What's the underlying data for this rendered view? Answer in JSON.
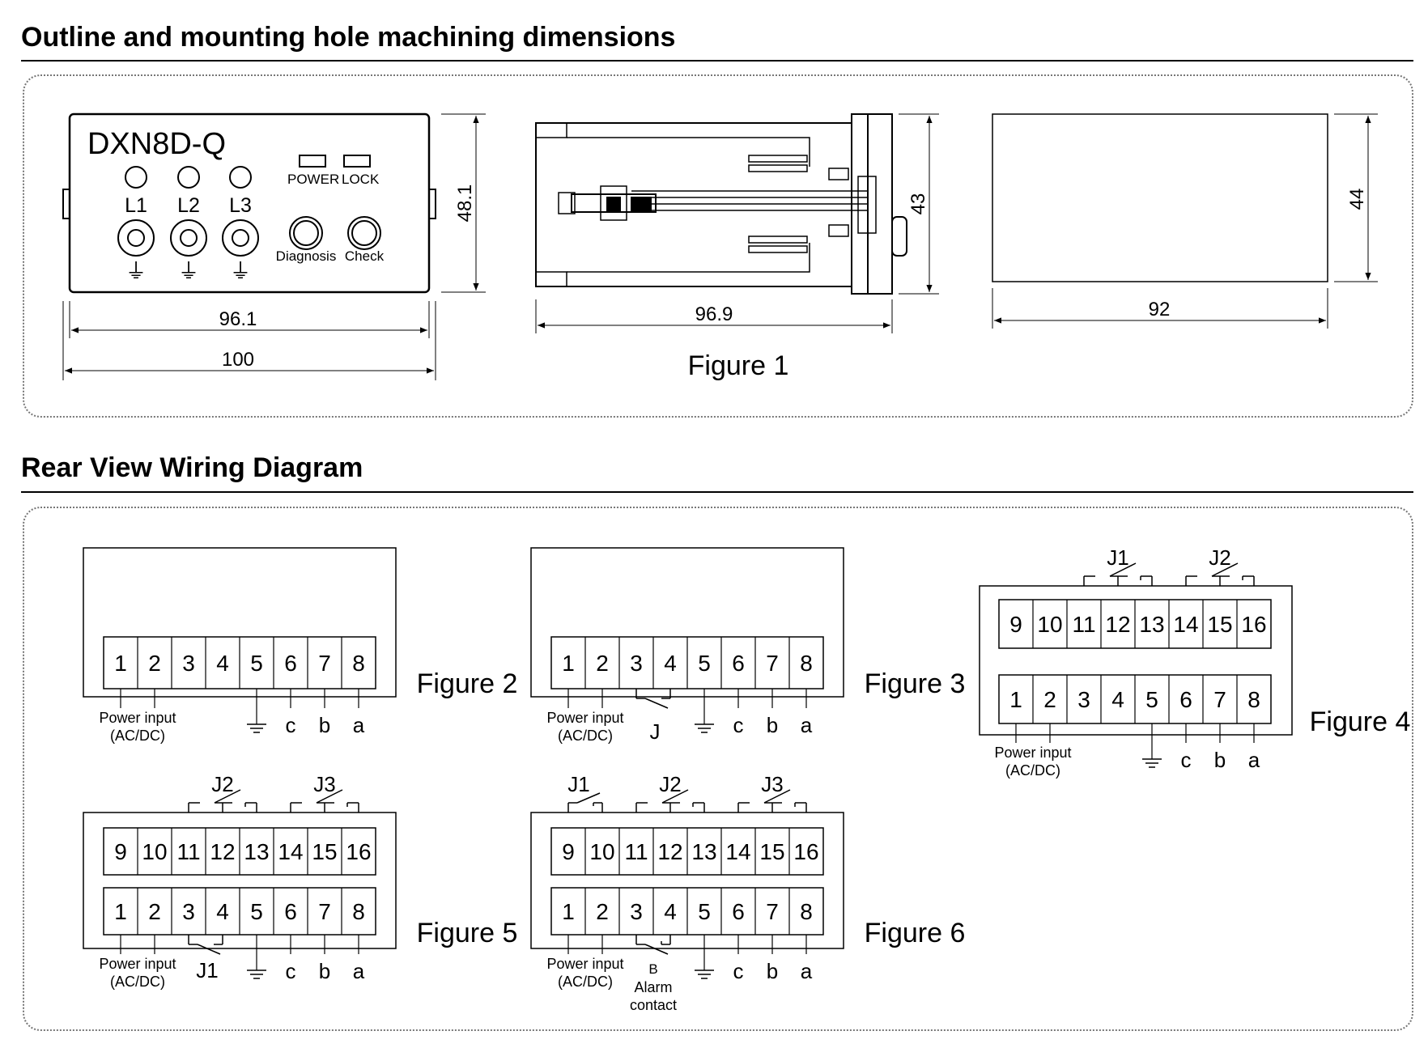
{
  "sections": {
    "outline": {
      "title": "Outline and mounting hole machining dimensions"
    },
    "wiring": {
      "title": "Rear View Wiring Diagram"
    }
  },
  "front": {
    "model": "DXN8D-Q",
    "indicators": [
      {
        "label": "POWER"
      },
      {
        "label": "LOCK"
      }
    ],
    "phases": [
      {
        "label": "L1"
      },
      {
        "label": "L2"
      },
      {
        "label": "L3"
      }
    ],
    "earth_symbol": "⏚",
    "buttons": [
      {
        "label": "Diagnosis"
      },
      {
        "label": "Check"
      }
    ],
    "dims": {
      "height": "48.1",
      "inner_width": "96.1",
      "outer_width": "100"
    }
  },
  "side": {
    "dims": {
      "height": "43",
      "depth": "96.9"
    }
  },
  "cutout": {
    "dims": {
      "height": "44",
      "width": "92"
    }
  },
  "figure1_caption": "Figure 1",
  "ground_symbol": "⏚",
  "wiring": {
    "fig2": {
      "caption": "Figure 2",
      "lower": [
        "1",
        "2",
        "3",
        "4",
        "5",
        "6",
        "7",
        "8"
      ],
      "power": [
        "Power input",
        "(AC/DC)"
      ],
      "letters": [
        "c",
        "b",
        "a"
      ]
    },
    "fig3": {
      "caption": "Figure 3",
      "lower": [
        "1",
        "2",
        "3",
        "4",
        "5",
        "6",
        "7",
        "8"
      ],
      "power": [
        "Power input",
        "(AC/DC)"
      ],
      "relay": "J",
      "letters": [
        "c",
        "b",
        "a"
      ]
    },
    "fig4": {
      "caption": "Figure 4",
      "upper": [
        "9",
        "10",
        "11",
        "12",
        "13",
        "14",
        "15",
        "16"
      ],
      "lower": [
        "1",
        "2",
        "3",
        "4",
        "5",
        "6",
        "7",
        "8"
      ],
      "relays": [
        "J1",
        "J2"
      ],
      "power": [
        "Power input",
        "(AC/DC)"
      ],
      "letters": [
        "c",
        "b",
        "a"
      ]
    },
    "fig5": {
      "caption": "Figure 5",
      "upper": [
        "9",
        "10",
        "11",
        "12",
        "13",
        "14",
        "15",
        "16"
      ],
      "lower": [
        "1",
        "2",
        "3",
        "4",
        "5",
        "6",
        "7",
        "8"
      ],
      "relays": [
        "J2",
        "J3"
      ],
      "lower_relay": "J1",
      "power": [
        "Power input",
        "(AC/DC)"
      ],
      "letters": [
        "c",
        "b",
        "a"
      ]
    },
    "fig6": {
      "caption": "Figure 6",
      "upper": [
        "9",
        "10",
        "11",
        "12",
        "13",
        "14",
        "15",
        "16"
      ],
      "lower": [
        "1",
        "2",
        "3",
        "4",
        "5",
        "6",
        "7",
        "8"
      ],
      "relays": [
        "J1",
        "J2",
        "J3"
      ],
      "power": [
        "Power input",
        "(AC/DC)"
      ],
      "alarm": [
        "B",
        "Alarm",
        "contact"
      ],
      "letters": [
        "c",
        "b",
        "a"
      ]
    }
  }
}
